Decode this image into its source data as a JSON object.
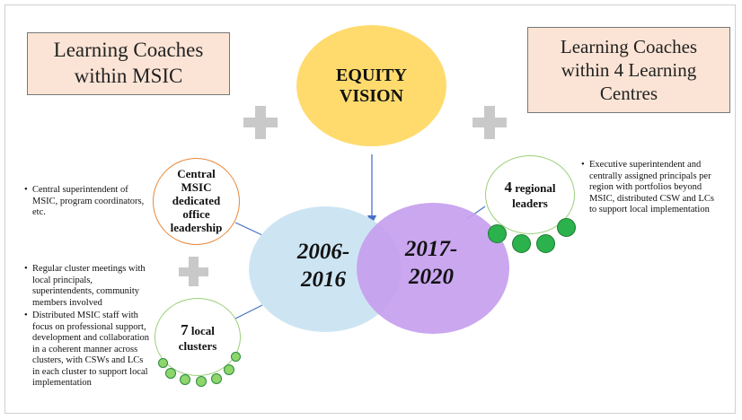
{
  "boxes": {
    "left": {
      "line1": "Learning Coaches",
      "line2": "within MSIC"
    },
    "right": {
      "line1": "Learning Coaches",
      "line2": "within 4 Learning",
      "line3": "Centres"
    }
  },
  "equity": {
    "line1": "EQUITY",
    "line2": "VISION"
  },
  "periods": {
    "a": {
      "line1": "2006-",
      "line2": "2016"
    },
    "b": {
      "line1": "2017-",
      "line2": "2020"
    }
  },
  "rings": {
    "office": {
      "line1": "Central",
      "line2": "MSIC",
      "line3": "dedicated",
      "line4": "office",
      "line5": "leadership"
    },
    "regional": {
      "num": "4",
      "label1": " regional",
      "label2": "leaders"
    },
    "clusters": {
      "num": "7",
      "label1": " local",
      "label2": "clusters"
    }
  },
  "bullets": {
    "central": [
      "Central superintendent of MSIC, program coordinators, etc."
    ],
    "clusters": [
      "Regular cluster meetings with local principals, superintendents, community members involved",
      "Distributed MSIC staff with focus on professional support, development and collaboration in a coherent manner across clusters, with CSWs and LCs in each cluster to support local implementation"
    ],
    "regional": [
      "Executive superintendent and centrally assigned principals per region with portfolios beyond MSIC, distributed CSW and LCs to support local implementation"
    ]
  },
  "colors": {
    "pink_box": "#fbe4d5",
    "equity_circle": "#ffdb6e",
    "period_a_circle": "#cde5f3",
    "period_b_circle": "#c5a0ee",
    "office_ring": "#e8883a",
    "green_ring": "#9bd07a",
    "dot_dark": "#2bb24c",
    "dot_light": "#8ed66b",
    "plus": "#c9c9c9",
    "connector": "#4a72c4"
  },
  "icons": [
    "plus-icon",
    "arrow-down-icon",
    "dot-icon"
  ]
}
